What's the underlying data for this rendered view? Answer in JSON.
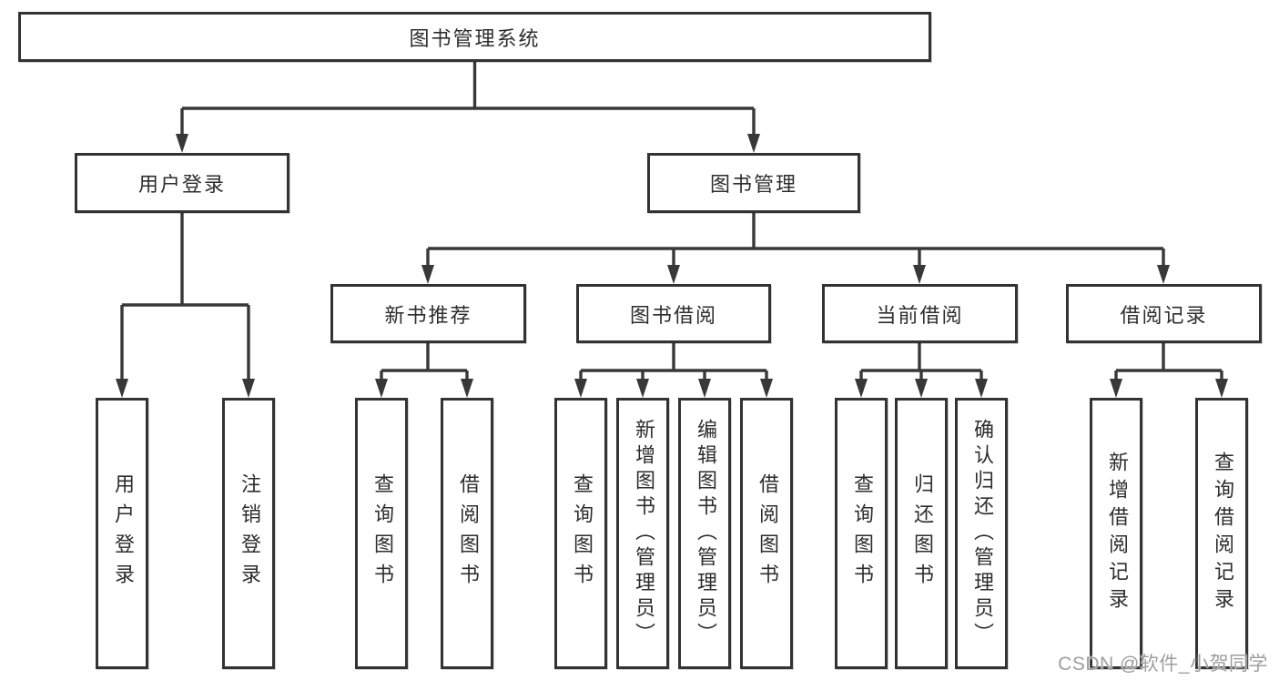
{
  "diagram": {
    "root": {
      "label": "图书管理系统"
    },
    "level2": [
      {
        "label": "用户登录",
        "children": [
          {
            "label": "用户登录"
          },
          {
            "label": "注销登录"
          }
        ]
      },
      {
        "label": "图书管理",
        "children": [
          {
            "label": "新书推荐",
            "children": [
              {
                "label": "查询图书"
              },
              {
                "label": "借阅图书"
              }
            ]
          },
          {
            "label": "图书借阅",
            "children": [
              {
                "label": "查询图书"
              },
              {
                "label": "新增图书（管理员）"
              },
              {
                "label": "编辑图书（管理员）"
              },
              {
                "label": "借阅图书"
              }
            ]
          },
          {
            "label": "当前借阅",
            "children": [
              {
                "label": "查询图书"
              },
              {
                "label": "归还图书"
              },
              {
                "label": "确认归还（管理员）"
              }
            ]
          },
          {
            "label": "借阅记录",
            "children": [
              {
                "label": "新增借阅记录"
              },
              {
                "label": "查询借阅记录"
              }
            ]
          }
        ]
      }
    ]
  },
  "watermark": {
    "text": "CSDN @软件_小贺同学"
  },
  "colors": {
    "line": "#383838",
    "box_border": "#333333",
    "box_background": "#ffffff",
    "text": "#2d2d2d",
    "watermark": "#9e9e9e"
  }
}
